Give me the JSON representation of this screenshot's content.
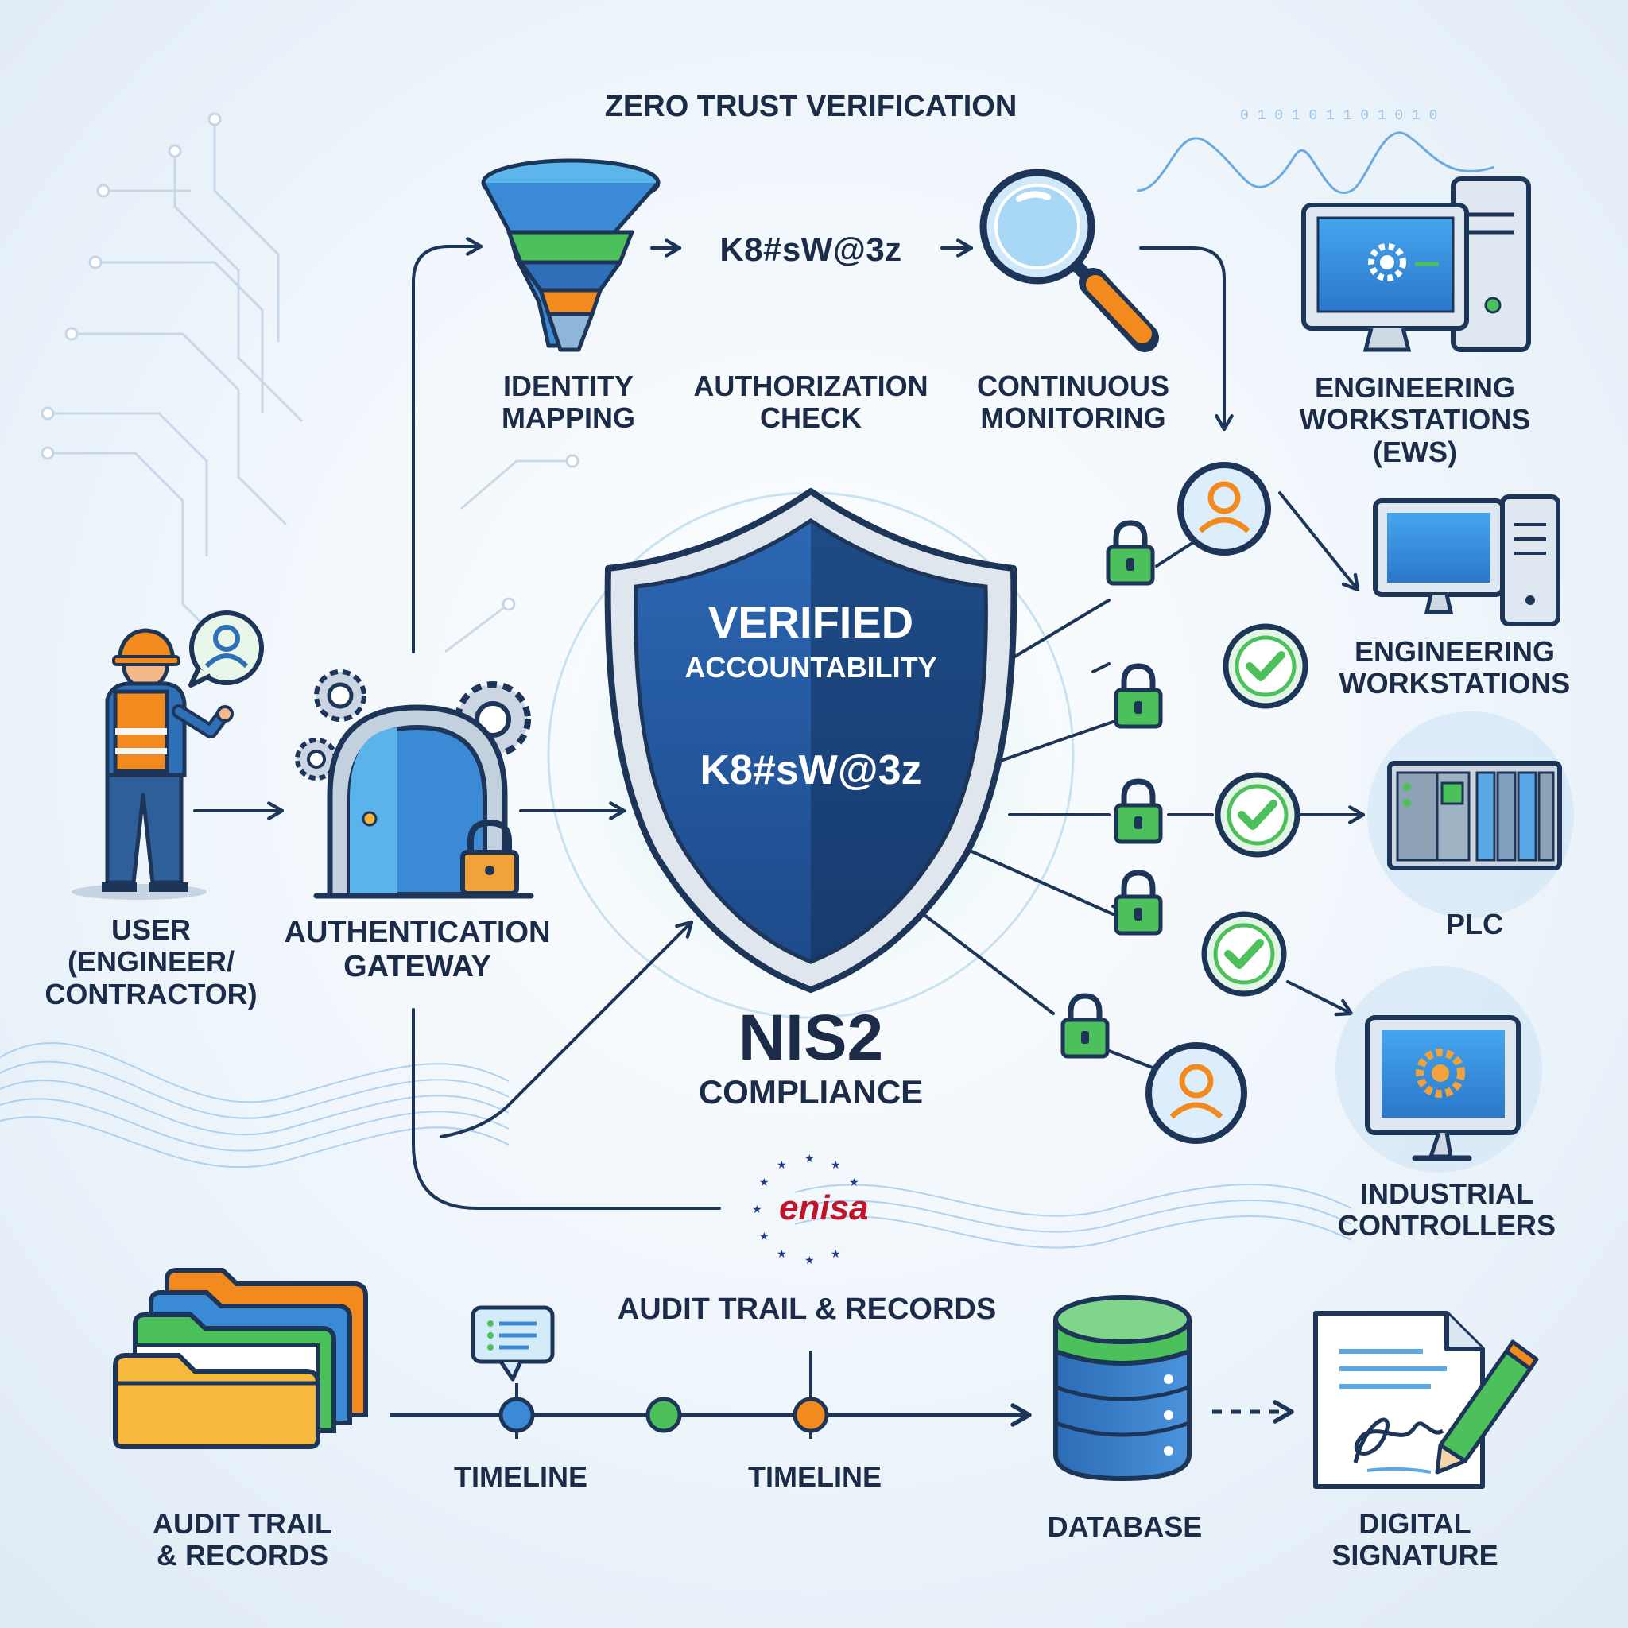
{
  "colors": {
    "navy": "#1c2c48",
    "shield_dark": "#1f4f8f",
    "shield_light": "#2f6fb8",
    "green": "#4cc05a",
    "orange": "#f28a1e",
    "blue": "#3a8ad6",
    "line": "#1c3558"
  },
  "header": {
    "title": "ZERO TRUST VERIFICATION"
  },
  "flow": {
    "token_between_steps": "K8#sW@3z",
    "identity": {
      "line1": "IDENTITY",
      "line2": "MAPPING",
      "icon": "funnel-icon"
    },
    "authorization": {
      "line1": "AUTHORIZATION",
      "line2": "CHECK"
    },
    "monitoring": {
      "line1": "CONTINUOUS",
      "line2": "MONITORING",
      "icon": "magnifier-icon"
    }
  },
  "user": {
    "line1": "USER",
    "line2": "(ENGINEER/",
    "line3": "CONTRACTOR)",
    "icon": "engineer-icon"
  },
  "gateway": {
    "line1": "AUTHENTICATION",
    "line2": "GATEWAY",
    "icon": "door-gateway-icon"
  },
  "shield": {
    "title": "VERIFIED",
    "subtitle": "ACCOUNTABILITY",
    "token": "K8#sW@3z"
  },
  "compliance": {
    "title": "NIS2",
    "subtitle": "COMPLIANCE",
    "logo_text": "enisa"
  },
  "targets": {
    "ews_full": {
      "line1": "ENGINEERING",
      "line2": "WORKSTATIONS",
      "line3": "(EWS)"
    },
    "ews": {
      "line1": "ENGINEERING",
      "line2": "WORKSTATIONS"
    },
    "plc": {
      "label": "PLC"
    },
    "controllers": {
      "line1": "INDUSTRIAL",
      "line2": "CONTROLLERS"
    }
  },
  "audit": {
    "section_title": "AUDIT TRAIL & RECORDS",
    "folders": {
      "line1": "AUDIT TRAIL",
      "line2": "& RECORDS"
    },
    "timeline_1": "TIMELINE",
    "timeline_2": "TIMELINE",
    "database": "DATABASE",
    "signature": {
      "line1": "DIGITAL",
      "line2": "SIGNATURE"
    }
  },
  "decor": {
    "binary_stream": "0 1 0 1 0 1 1 0 1 0 1 0"
  }
}
